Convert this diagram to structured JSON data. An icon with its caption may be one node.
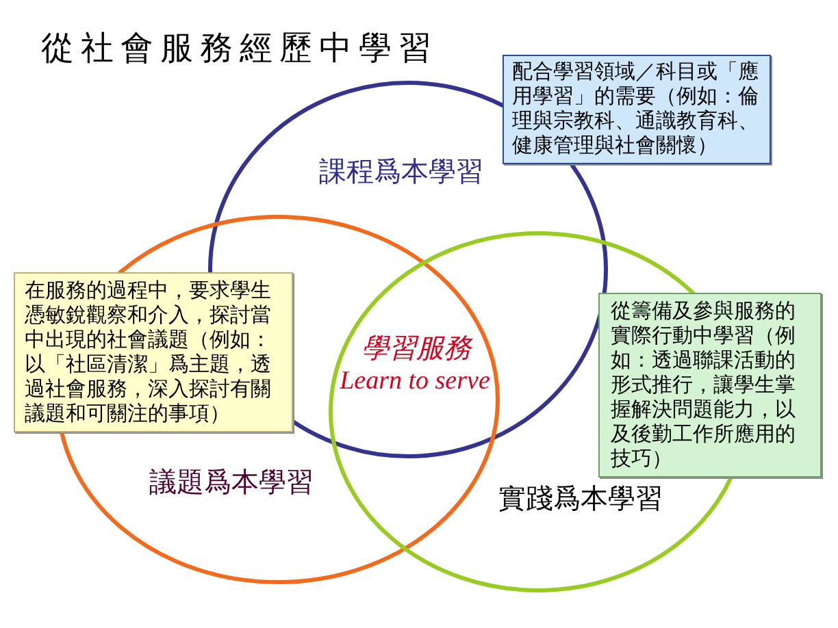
{
  "diagram": {
    "title": "從社會服務經歷中學習",
    "nodes": [
      {
        "text": [
          "配合學習領域／科目或「應用學習」的需要（例如：倫理與宗教科、通識教育科、健康管理與社會關懷）"
        ]
      },
      {
        "text": [
          "課程爲本學習"
        ]
      },
      {
        "text": [
          "在服務的過程中，要求學生憑敏銳觀察和介入，探討當中出現的社會議題（例如：以「社區清潔」爲主題，透過社會服務，深入探討有關議題和可關注的事項）"
        ]
      },
      {
        "text": [
          "議題爲本學習"
        ]
      },
      {
        "text": [
          "從籌備及參與服務的實際行動中學習（例如：透過聯課活動的形式推行，讓學生掌握解決問題能力，以及後勤工作所應用的技巧）"
        ]
      },
      {
        "text": [
          "實踐爲本學習"
        ]
      }
    ],
    "labels": [
      "學習服務",
      "Learn to serve"
    ]
  }
}
